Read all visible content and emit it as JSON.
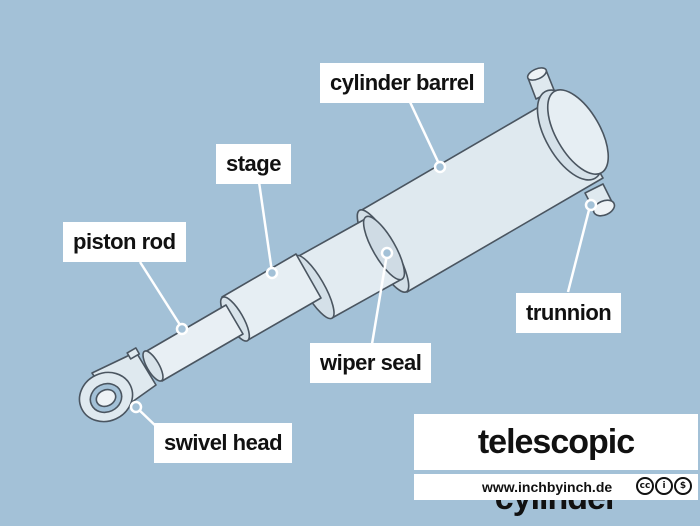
{
  "labels": {
    "cylinder_barrel": "cylinder barrel",
    "stage": "stage",
    "piston_rod": "piston rod",
    "trunnion": "trunnion",
    "wiper_seal": "wiper seal",
    "swivel_head": "swivel head"
  },
  "title": "telescopic cylinder",
  "credit": {
    "url": "www.inchbyinch.de",
    "license_icons": [
      "cc-icon",
      "by-icon",
      "nc-icon"
    ]
  },
  "colors": {
    "background": "#a3c1d7",
    "label_bg": "#ffffff",
    "cylinder_fill": "#dfe9ef",
    "outline": "#4a5560"
  }
}
